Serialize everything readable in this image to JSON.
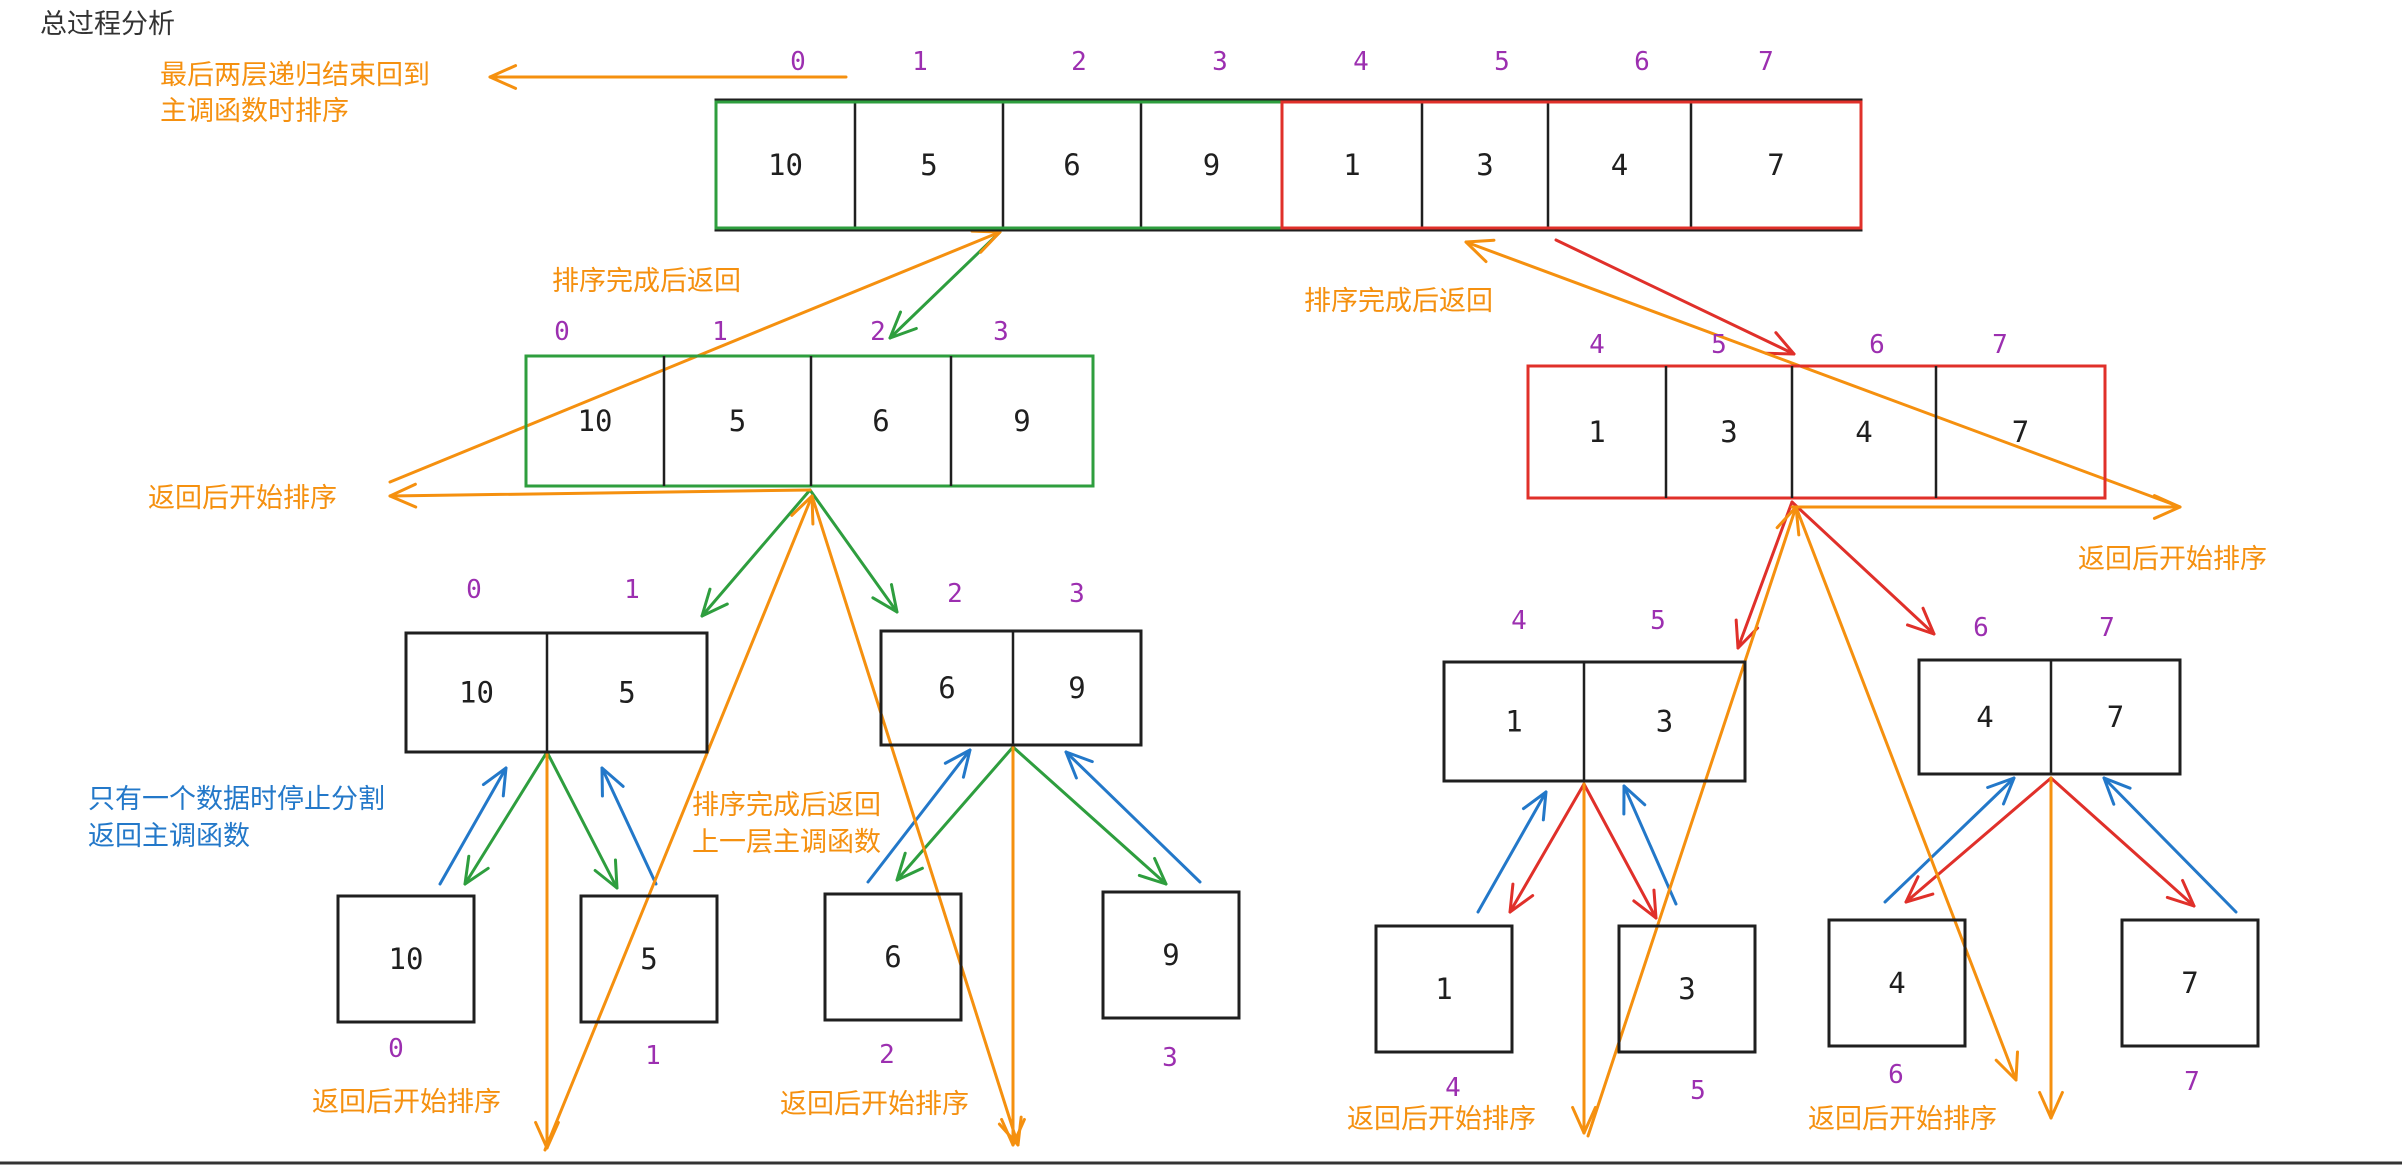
{
  "title": "总过程分析",
  "colors": {
    "black": "#1f1f1f",
    "green": "#2e9e3e",
    "red": "#e0302a",
    "orange": "#f5900f",
    "blue": "#2378c9",
    "index": "#9c2fb0"
  },
  "arrays": [
    {
      "id": "full-array",
      "values": [
        "10",
        "5",
        "6",
        "9",
        "1",
        "3",
        "4",
        "7"
      ],
      "indices": [
        "0",
        "1",
        "2",
        "3",
        "4",
        "5",
        "6",
        "7"
      ]
    },
    {
      "id": "left-half",
      "values": [
        "10",
        "5",
        "6",
        "9"
      ],
      "indices": [
        "0",
        "1",
        "2",
        "3"
      ]
    },
    {
      "id": "right-half",
      "values": [
        "1",
        "3",
        "4",
        "7"
      ],
      "indices": [
        "4",
        "5",
        "6",
        "7"
      ]
    },
    {
      "id": "pair-0-1",
      "values": [
        "10",
        "5"
      ],
      "indices": [
        "0",
        "1"
      ]
    },
    {
      "id": "pair-2-3",
      "values": [
        "6",
        "9"
      ],
      "indices": [
        "2",
        "3"
      ]
    },
    {
      "id": "pair-4-5",
      "values": [
        "1",
        "3"
      ],
      "indices": [
        "4",
        "5"
      ]
    },
    {
      "id": "pair-6-7",
      "values": [
        "4",
        "7"
      ],
      "indices": [
        "6",
        "7"
      ]
    },
    {
      "id": "leaf-0",
      "values": [
        "10"
      ],
      "indices": [
        "0"
      ]
    },
    {
      "id": "leaf-1",
      "values": [
        "5"
      ],
      "indices": [
        "1"
      ]
    },
    {
      "id": "leaf-2",
      "values": [
        "6"
      ],
      "indices": [
        "2"
      ]
    },
    {
      "id": "leaf-3",
      "values": [
        "9"
      ],
      "indices": [
        "3"
      ]
    },
    {
      "id": "leaf-4",
      "values": [
        "1"
      ],
      "indices": [
        "4"
      ]
    },
    {
      "id": "leaf-5",
      "values": [
        "3"
      ],
      "indices": [
        "5"
      ]
    },
    {
      "id": "leaf-6",
      "values": [
        "4"
      ],
      "indices": [
        "6"
      ]
    },
    {
      "id": "leaf-7",
      "values": [
        "7"
      ],
      "indices": [
        "7"
      ]
    }
  ],
  "notes": [
    {
      "id": "final-sort",
      "lines": [
        "最后两层递归结束回到",
        "主调函数时排序"
      ],
      "color": "orange"
    },
    {
      "id": "sorted-return-left",
      "lines": [
        "排序完成后返回"
      ],
      "color": "orange"
    },
    {
      "id": "sorted-return-right",
      "lines": [
        "排序完成后返回"
      ],
      "color": "orange"
    },
    {
      "id": "return-sort-left-half",
      "lines": [
        "返回后开始排序"
      ],
      "color": "orange"
    },
    {
      "id": "return-sort-right-half",
      "lines": [
        "返回后开始排序"
      ],
      "color": "orange"
    },
    {
      "id": "single-element-stop",
      "lines": [
        "只有一个数据时停止分割",
        "返回主调函数"
      ],
      "color": "blue"
    },
    {
      "id": "sorted-return-caller",
      "lines": [
        "排序完成后返回",
        "上一层主调函数"
      ],
      "color": "orange"
    },
    {
      "id": "return-sort-pair-0-1",
      "lines": [
        "返回后开始排序"
      ],
      "color": "orange"
    },
    {
      "id": "return-sort-pair-2-3",
      "lines": [
        "返回后开始排序"
      ],
      "color": "orange"
    },
    {
      "id": "return-sort-pair-4-5",
      "lines": [
        "返回后开始排序"
      ],
      "color": "orange"
    },
    {
      "id": "return-sort-pair-6-7",
      "lines": [
        "返回后开始排序"
      ],
      "color": "orange"
    }
  ]
}
